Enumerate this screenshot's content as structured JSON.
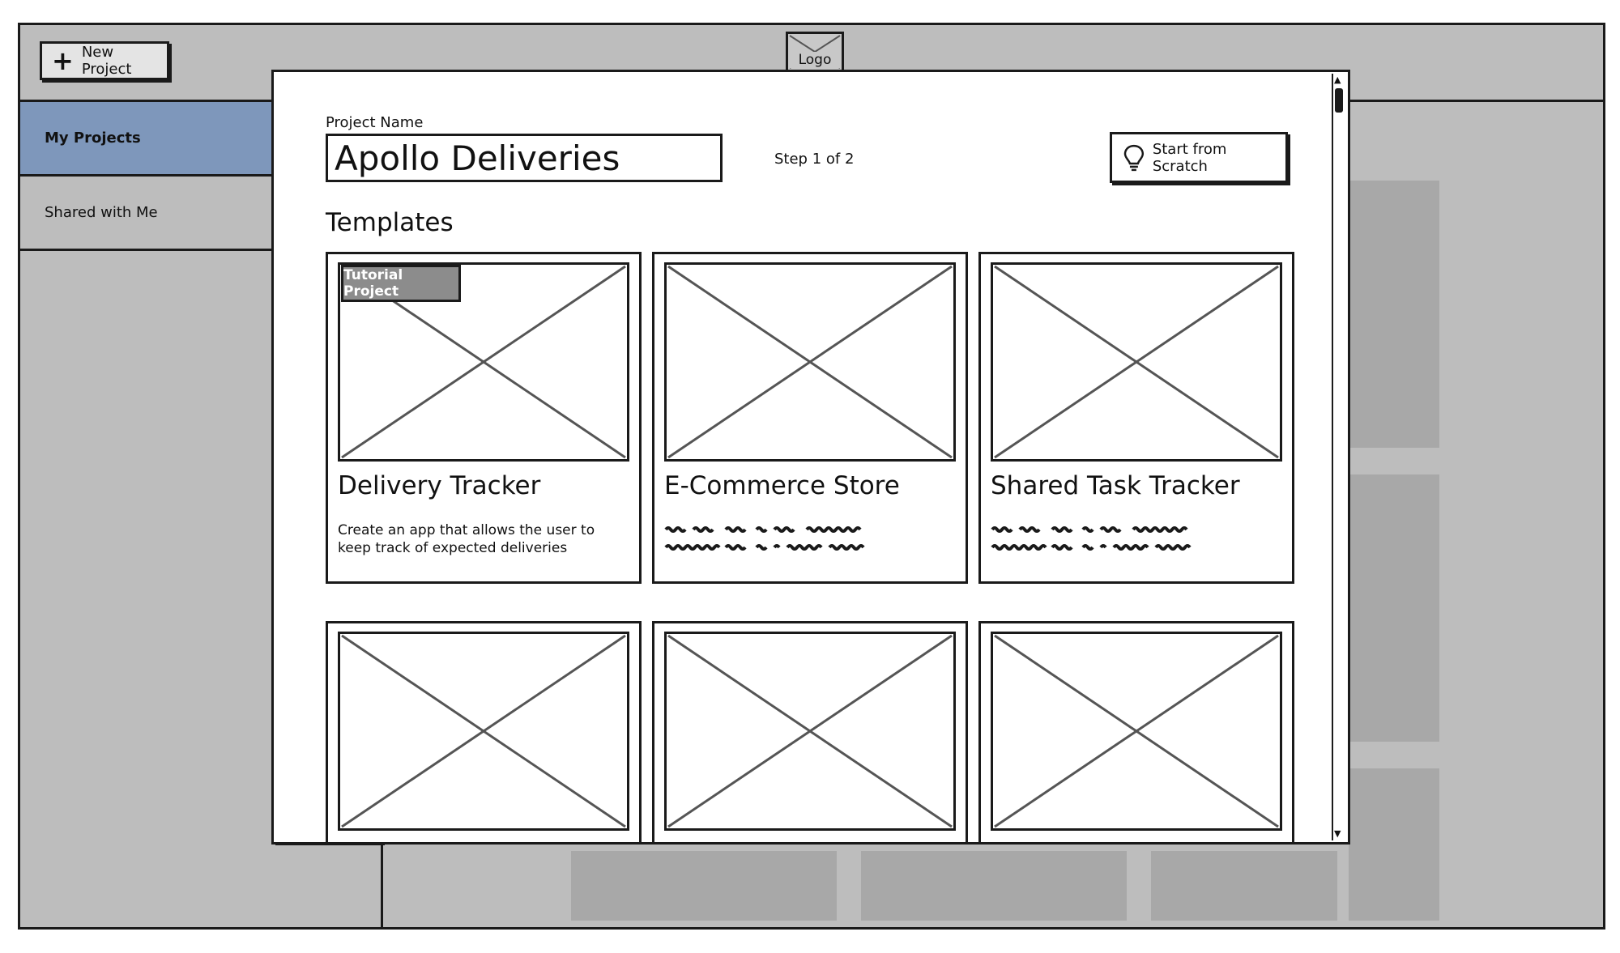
{
  "toolbar": {
    "new_project_label": "New Project",
    "logo_label": "Logo"
  },
  "sidebar": {
    "items": [
      {
        "label": "My Projects",
        "active": true
      },
      {
        "label": "Shared with Me",
        "active": false
      }
    ],
    "active_color": "#7e97bb"
  },
  "modal": {
    "project_name_label": "Project Name",
    "project_name_value": "Apollo Deliveries",
    "step_text": "Step 1 of 2",
    "start_from_scratch_label": "Start from Scratch",
    "start_from_scratch_icon": "lightbulb-icon",
    "templates_heading": "Templates",
    "templates": [
      {
        "title": "Delivery Tracker",
        "description": "Create an app that allows the user to keep track of expected deliveries",
        "badge": "Tutorial Project"
      },
      {
        "title": "E-Commerce Store",
        "description": ""
      },
      {
        "title": "Shared Task Tracker",
        "description": ""
      },
      {
        "title": "",
        "description": ""
      },
      {
        "title": "",
        "description": ""
      },
      {
        "title": "",
        "description": ""
      }
    ]
  },
  "colors": {
    "background": "#bdbdbd",
    "badge": "#8c8c8c",
    "ink": "#1a1a1a"
  }
}
